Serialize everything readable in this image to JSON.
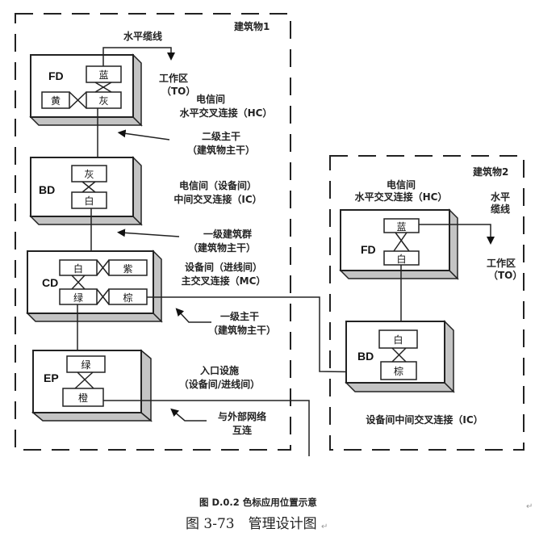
{
  "building1": {
    "title": "建筑物1",
    "horizontal_cable_label": "水平缆线",
    "work_area": [
      "工作区",
      "（TO）"
    ],
    "hc_label": [
      "电信间",
      "水平交叉连接（HC）"
    ],
    "secondary_backbone": [
      "二级主干",
      "（建筑物主干）"
    ],
    "ic_label": [
      "电信间（设备间）",
      "中间交叉连接（IC）"
    ],
    "campus_backbone": [
      "一级建筑群",
      "（建筑物主干）"
    ],
    "mc_label": [
      "设备间（进线间）",
      "主交叉连接（MC）"
    ],
    "primary_backbone": [
      "一级主干",
      "（建筑物主干）"
    ],
    "ep_label": [
      "入口设施",
      "（设备间/进线间）"
    ],
    "external_label": [
      "与外部网络",
      "互连"
    ],
    "fd": {
      "code": "FD",
      "ports": [
        "蓝",
        "黄",
        "灰"
      ]
    },
    "bd": {
      "code": "BD",
      "ports": [
        "灰",
        "白"
      ]
    },
    "cd": {
      "code": "CD",
      "ports": [
        "白",
        "紫",
        "绿",
        "棕"
      ]
    },
    "ep": {
      "code": "EP",
      "ports": [
        "绿",
        "橙"
      ]
    }
  },
  "building2": {
    "title": "建筑物2",
    "hc_label": [
      "电信间",
      "水平交叉连接（HC）"
    ],
    "horizontal_cable_label": [
      "水平",
      "缆线"
    ],
    "work_area": [
      "工作区",
      "（TO）"
    ],
    "ic_label": "设备间中间交叉连接（IC）",
    "fd": {
      "code": "FD",
      "ports": [
        "蓝",
        "白"
      ]
    },
    "bd": {
      "code": "BD",
      "ports": [
        "白",
        "棕"
      ]
    }
  },
  "captions": {
    "figure_caption": "图 D.0.2 色标应用位置示意",
    "return_mark": "↵",
    "main_caption": "图 3-73　管理设计图",
    "main_return_mark": "↵"
  },
  "colors": {
    "line": "#222222",
    "side_shade": "#c4c4c4",
    "background": "#ffffff"
  }
}
